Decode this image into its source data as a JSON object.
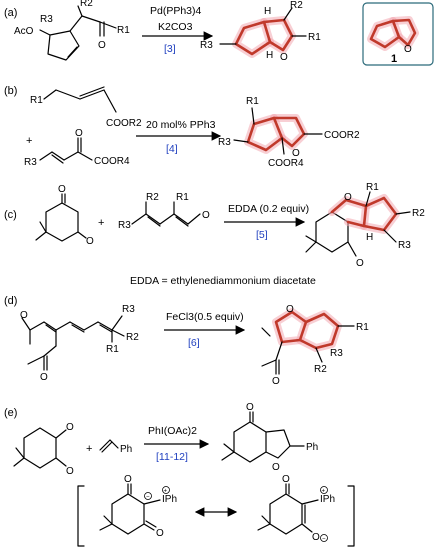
{
  "panels": {
    "a": {
      "label": "(a)",
      "reagent_top": "Pd(PPh3)4",
      "reagent_bottom": "K2CO3",
      "ref": "[3]",
      "substrate_groups": [
        "AcO",
        "R3",
        "R2",
        "R1",
        "O"
      ],
      "product_groups": [
        "R3",
        "R2",
        "R1",
        "O",
        "H",
        "H"
      ],
      "core_label": "1",
      "core_atom": "O"
    },
    "b": {
      "label": "(b)",
      "reagent": "20 mol% PPh3",
      "ref": "[4]",
      "allene_groups": [
        "R1",
        "COOR2"
      ],
      "ketoester_groups": [
        "R3",
        "O",
        "COOR4"
      ],
      "plus": "+",
      "product_groups": [
        "R1",
        "R3",
        "COOR2",
        "O",
        "COOR4"
      ]
    },
    "c": {
      "label": "(c)",
      "reagent": "EDDA (0.2 equiv)",
      "ref": "[5]",
      "dione_atoms": [
        "O",
        "O"
      ],
      "dienal_groups": [
        "R3",
        "R2",
        "R1",
        "O"
      ],
      "plus": "+",
      "product_groups": [
        "R1",
        "R2",
        "R3",
        "O",
        "O",
        "H"
      ],
      "footnote": "EDDA = ethylenediammonium diacetate"
    },
    "d": {
      "label": "(d)",
      "reagent": "FeCl3(0.5 equiv)",
      "ref": "[6]",
      "substrate_groups": [
        "R3",
        "R2",
        "R1",
        "O",
        "O"
      ],
      "product_groups": [
        "R1",
        "R3",
        "R2",
        "O",
        "O"
      ]
    },
    "e": {
      "label": "(e)",
      "reagent": "PhI(OAc)2",
      "ref": "[11-12]",
      "dione_atoms": [
        "O",
        "O"
      ],
      "styrene_group": "Ph",
      "plus": "+",
      "product_groups": [
        "O",
        "O",
        "Ph"
      ],
      "ylide_groups": [
        "O",
        "O",
        "IPh"
      ],
      "enolate_groups": [
        "O",
        "O",
        "IPh"
      ]
    }
  }
}
